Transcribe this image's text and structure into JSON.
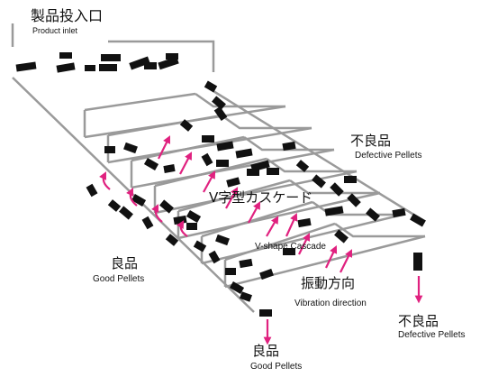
{
  "labels": {
    "product_inlet_jp": "製品投入口",
    "product_inlet_en": "Product inlet",
    "defective_top_jp": "不良品",
    "defective_top_en": "Defective Pellets",
    "cascade_jp": "V字型カスケード",
    "cascade_en": "V-shape Cascade",
    "good_left_jp": "良品",
    "good_left_en": "Good Pellets",
    "vibration_jp": "振動方向",
    "vibration_en": "Vibration direction",
    "defective_bottom_jp": "不良品",
    "defective_bottom_en": "Defective Pellets",
    "good_bottom_jp": "良品",
    "good_bottom_en": "Good Pellets"
  },
  "colors": {
    "frame": "#9a9a9a",
    "pellet": "#111111",
    "arrow": "#e0217f",
    "text": "#111111"
  },
  "icons": {
    "pellet": "black-rectangle-pellet",
    "arrow": "magenta-arrow"
  }
}
